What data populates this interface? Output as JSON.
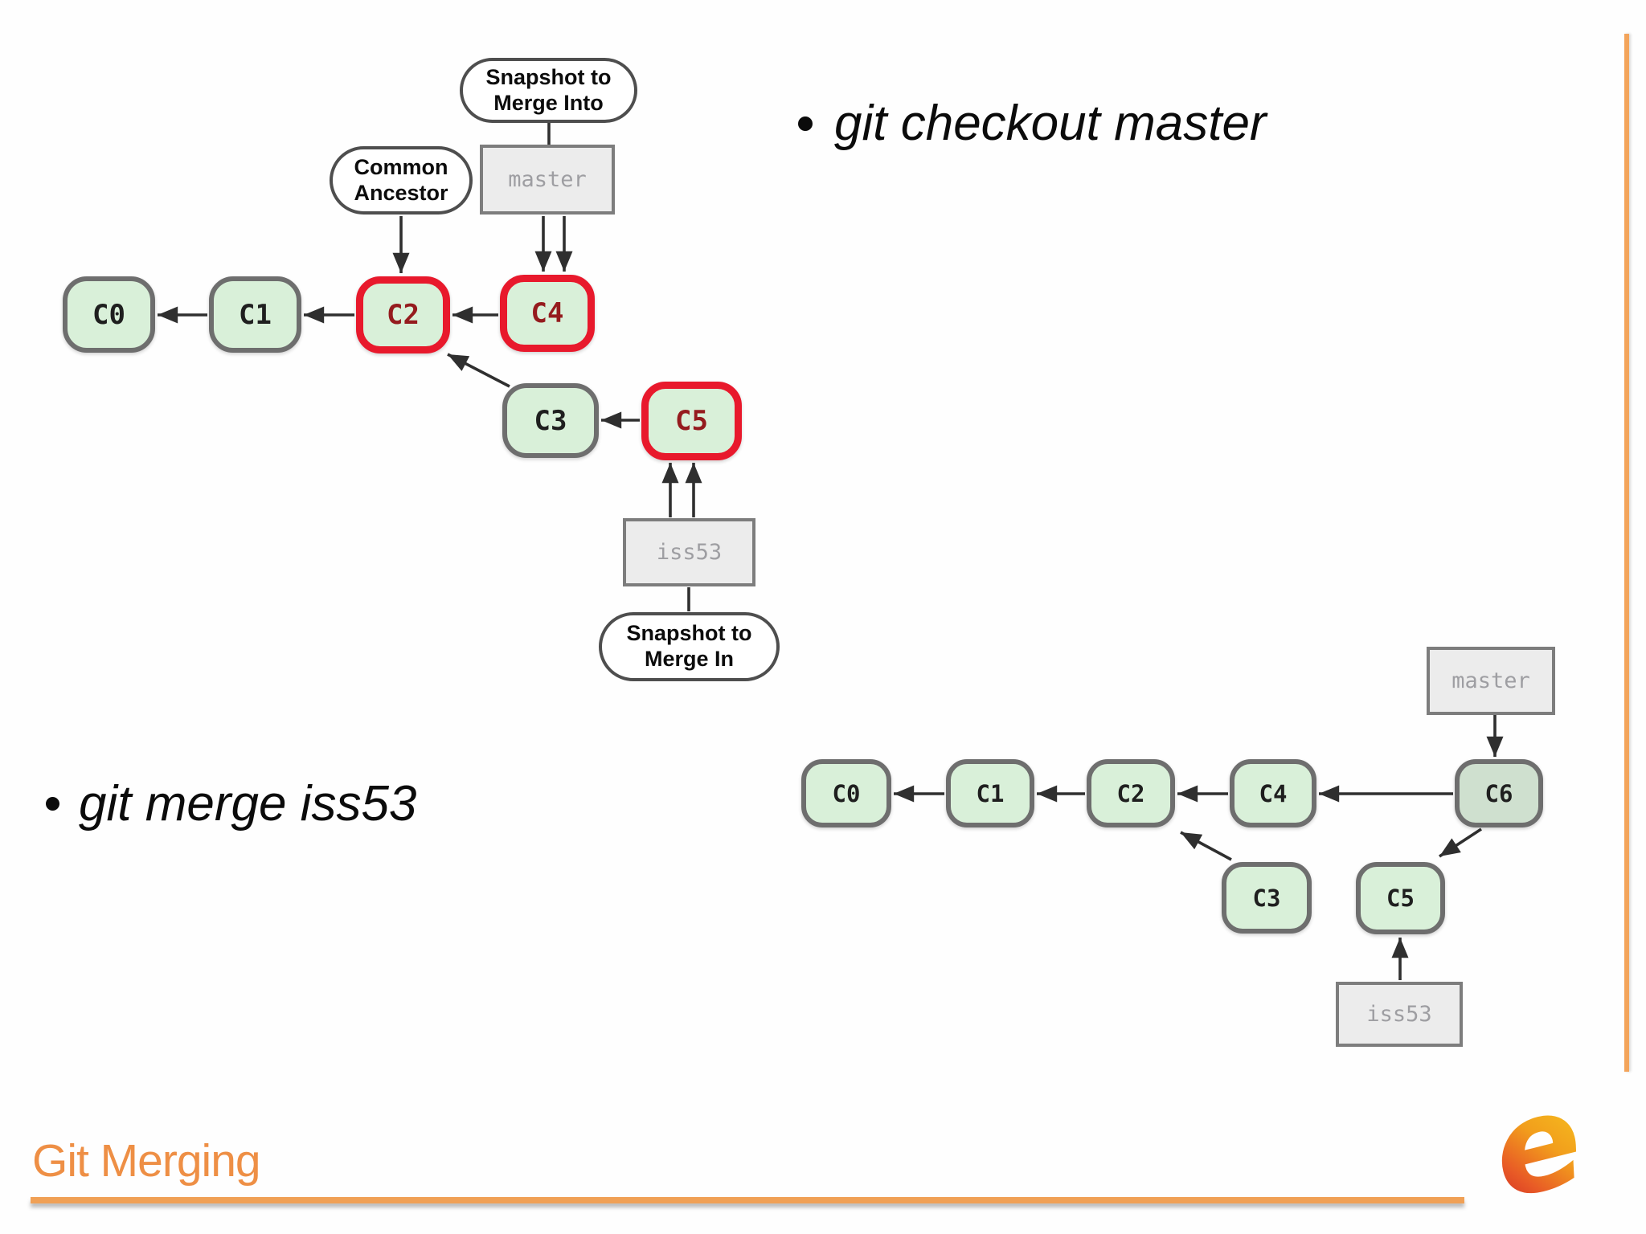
{
  "slide": {
    "title": "Git Merging",
    "bullets": [
      {
        "text": "git checkout master"
      },
      {
        "text": "git merge iss53"
      }
    ],
    "logo_icon": "e-swoosh-logo",
    "accent_line_color": "#f0a055",
    "title_color": "#ee8f45"
  },
  "colors": {
    "commit_fill": "#d9f0d9",
    "merge_commit_fill": "#cfe0cf",
    "commit_border": "#6e6e6e",
    "highlight_border": "#e8192c",
    "commit_text": "#1f1f1f",
    "highlight_text": "#951b1e",
    "branch_fill": "#ececec",
    "branch_border": "#7d7d7d",
    "branch_text": "#9e9ea2",
    "arrow_color": "#2f2f2f"
  },
  "before": {
    "callouts": {
      "merge_into": "Snapshot to Merge Into",
      "common_ancestor": "Common Ancestor",
      "merge_in": "Snapshot to Merge In"
    },
    "branches": {
      "master": "master",
      "iss53": "iss53"
    },
    "commits": {
      "c0": "C0",
      "c1": "C1",
      "c2": "C2",
      "c3": "C3",
      "c4": "C4",
      "c5": "C5"
    },
    "highlighted_commits": [
      "C2",
      "C4",
      "C5"
    ]
  },
  "after": {
    "branches": {
      "master": "master",
      "iss53": "iss53"
    },
    "commits": {
      "c0": "C0",
      "c1": "C1",
      "c2": "C2",
      "c3": "C3",
      "c4": "C4",
      "c5": "C5",
      "c6": "C6"
    },
    "merge_commit": "C6"
  }
}
